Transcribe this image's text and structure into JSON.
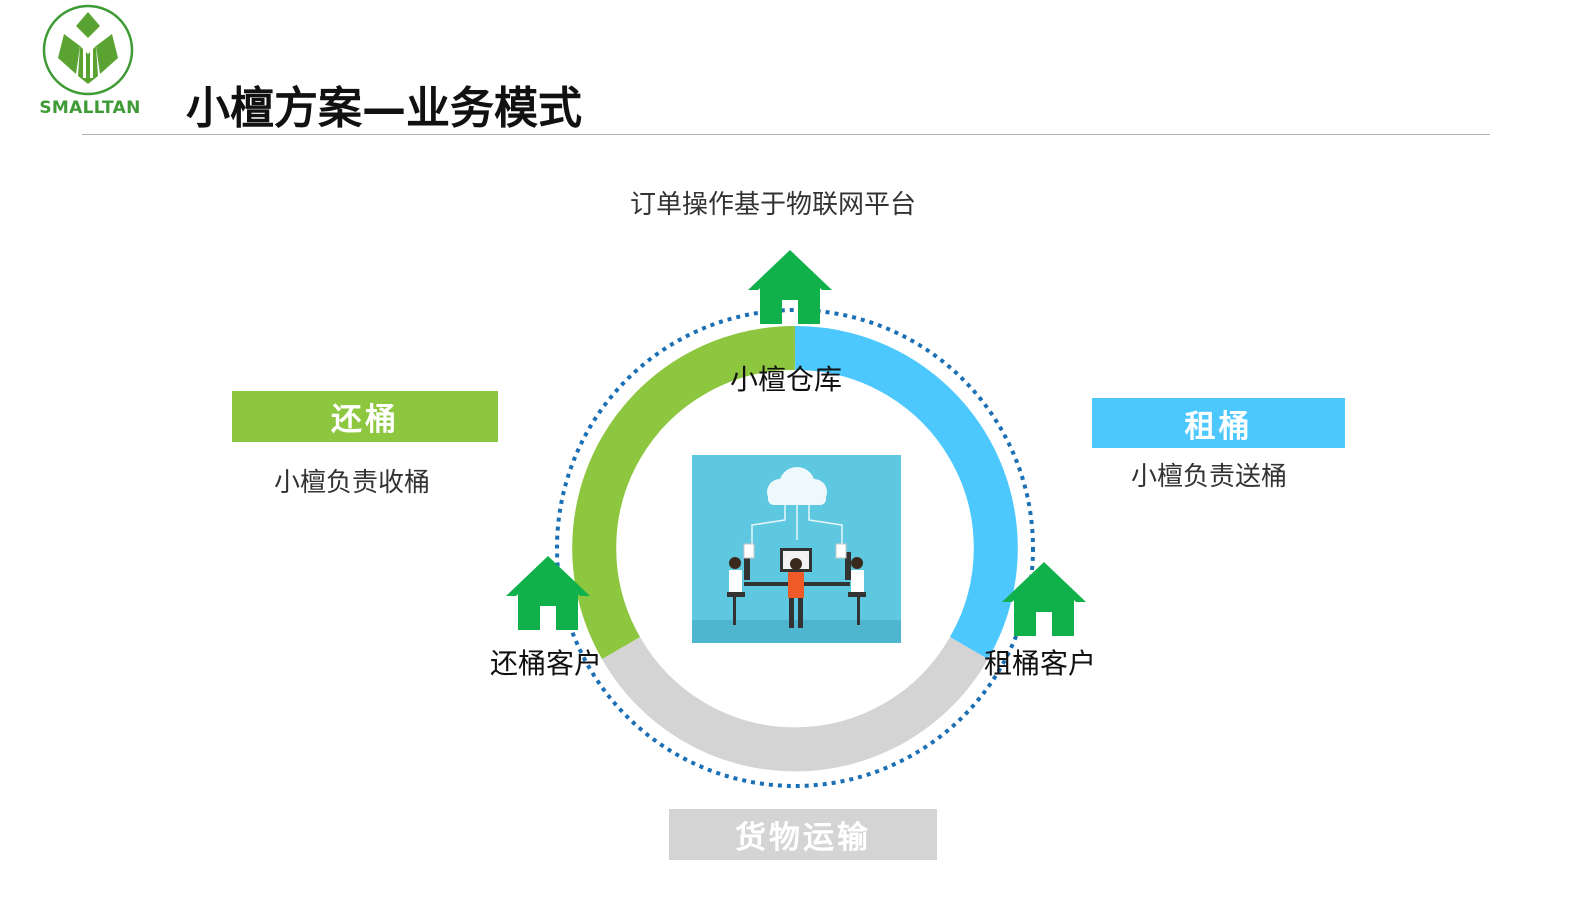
{
  "header": {
    "logo_text": "SMALLTAN",
    "title": "小檀方案—业务模式"
  },
  "diagram": {
    "platform_label": "订单操作基于物联网平台",
    "warehouse_label": "小檀仓库",
    "return_customer_label": "还桶客户",
    "rent_customer_label": "租桶客户",
    "return_box": {
      "label": "还桶",
      "desc": "小檀负责收桶"
    },
    "rent_box": {
      "label": "租桶",
      "desc": "小檀负责送桶"
    },
    "transport_box": {
      "label": "货物运输"
    }
  },
  "colors": {
    "green": "#8dc63f",
    "blue": "#4cc8ff",
    "gray": "#d4d4d4",
    "house_green": "#10b14b",
    "dotted_blue": "#1a6fb5",
    "logo_green": "#3e9b35",
    "center_bg": "#5ec8e0"
  },
  "icons": {
    "logo": "smalltan-logo-icon",
    "house": "house-icon",
    "center": "cloud-network-people-illustration"
  }
}
